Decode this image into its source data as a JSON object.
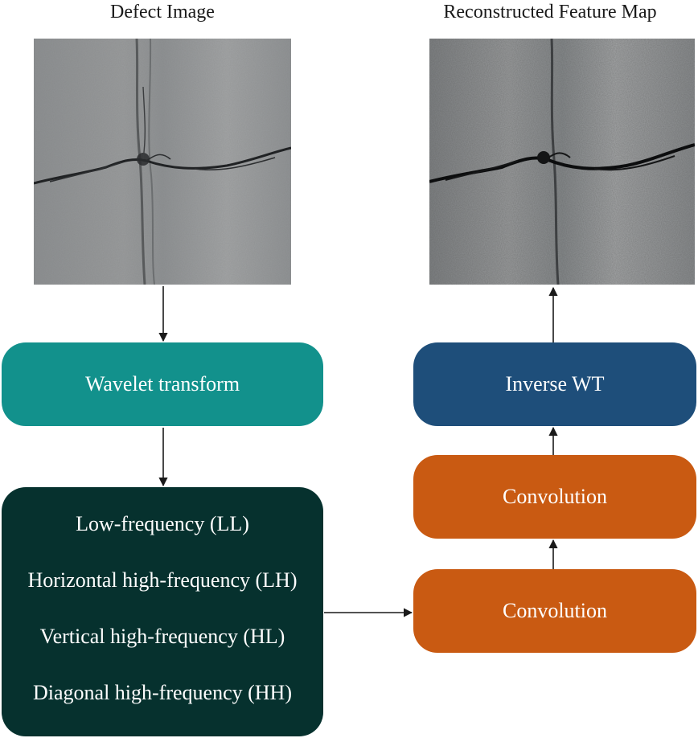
{
  "labels": {
    "input_caption": "Defect Image",
    "output_caption": "Reconstructed Feature Map"
  },
  "blocks": {
    "wavelet": "Wavelet transform",
    "inverse": "Inverse WT",
    "conv_upper": "Convolution",
    "conv_lower": "Convolution"
  },
  "subbands": [
    "Low-frequency (LL)",
    "Horizontal high-frequency (LH)",
    "Vertical high-frequency (HL)",
    "Diagonal high-frequency (HH)"
  ],
  "colors": {
    "wavelet_block": "#12918c",
    "inverse_block": "#1e4e7a",
    "convolution_block": "#c95a12",
    "subband_block": "#06312e",
    "arrow": "#1a1a1a"
  }
}
